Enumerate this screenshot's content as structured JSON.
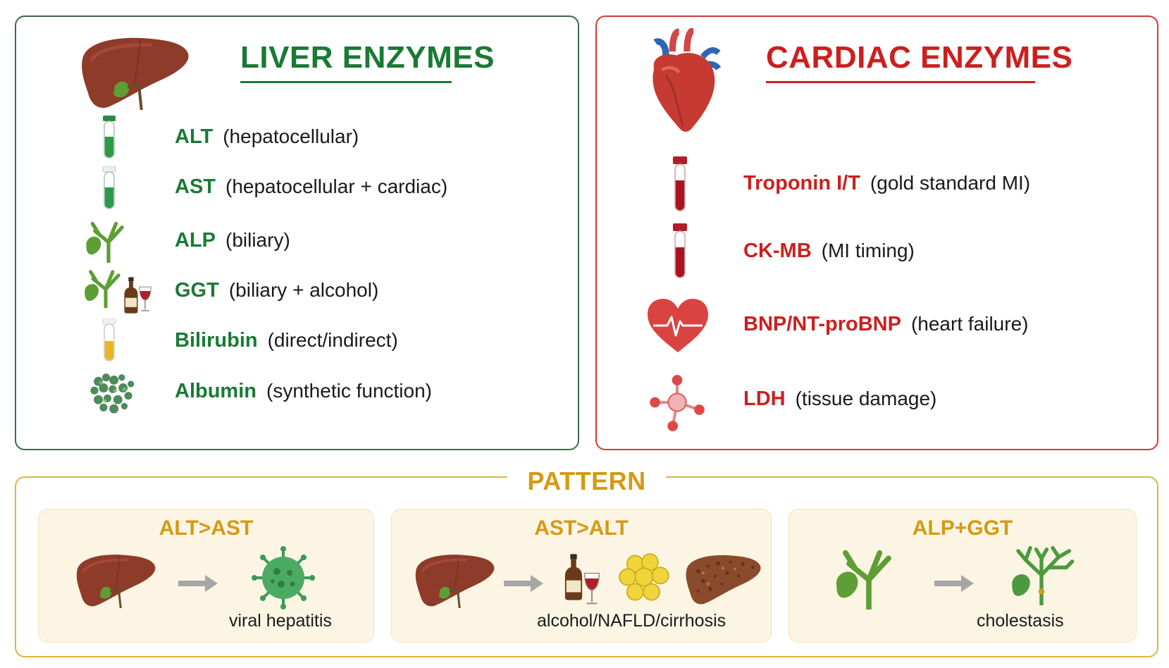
{
  "liver": {
    "title": "LIVER ENZYMES",
    "items": [
      {
        "abbr": "ALT",
        "desc": "(hepatocellular)"
      },
      {
        "abbr": "AST",
        "desc": "(hepatocellular + cardiac)"
      },
      {
        "abbr": "ALP",
        "desc": "(biliary)"
      },
      {
        "abbr": "GGT",
        "desc": "(biliary + alcohol)"
      },
      {
        "abbr": "Bilirubin",
        "desc": "(direct/indirect)"
      },
      {
        "abbr": "Albumin",
        "desc": "(synthetic function)"
      }
    ],
    "icons": [
      "liver-icon",
      "green-test-tube-icon",
      "green-test-tube-icon",
      "gallbladder-icon",
      "gallbladder-alcohol-icon",
      "yellow-test-tube-icon",
      "protein-cluster-icon"
    ]
  },
  "cardiac": {
    "title": "CARDIAC ENZYMES",
    "items": [
      {
        "abbr": "Troponin I/T",
        "desc": "(gold standard MI)"
      },
      {
        "abbr": "CK-MB",
        "desc": "(MI timing)"
      },
      {
        "abbr": "BNP/NT-proBNP",
        "desc": "(heart failure)"
      },
      {
        "abbr": "LDH",
        "desc": "(tissue damage)"
      }
    ],
    "icons": [
      "heart-icon",
      "red-test-tube-icon",
      "red-test-tube-icon",
      "heart-ecg-icon",
      "molecule-icon"
    ]
  },
  "pattern": {
    "title": "PATTERN",
    "boxes": [
      {
        "title": "ALT>AST",
        "caption": "viral hepatitis"
      },
      {
        "title": "AST>ALT",
        "caption": "alcohol/NAFLD/cirrhosis"
      },
      {
        "title": "ALP+GGT",
        "caption": "cholestasis"
      }
    ]
  },
  "colors": {
    "liver_green": "#1a7a35",
    "cardiac_red": "#cc1f1f",
    "pattern_gold": "#d49a13",
    "liver_border": "#3c6b4a",
    "cardiac_border": "#d23a3a",
    "pattern_border": "#e0b43c"
  }
}
